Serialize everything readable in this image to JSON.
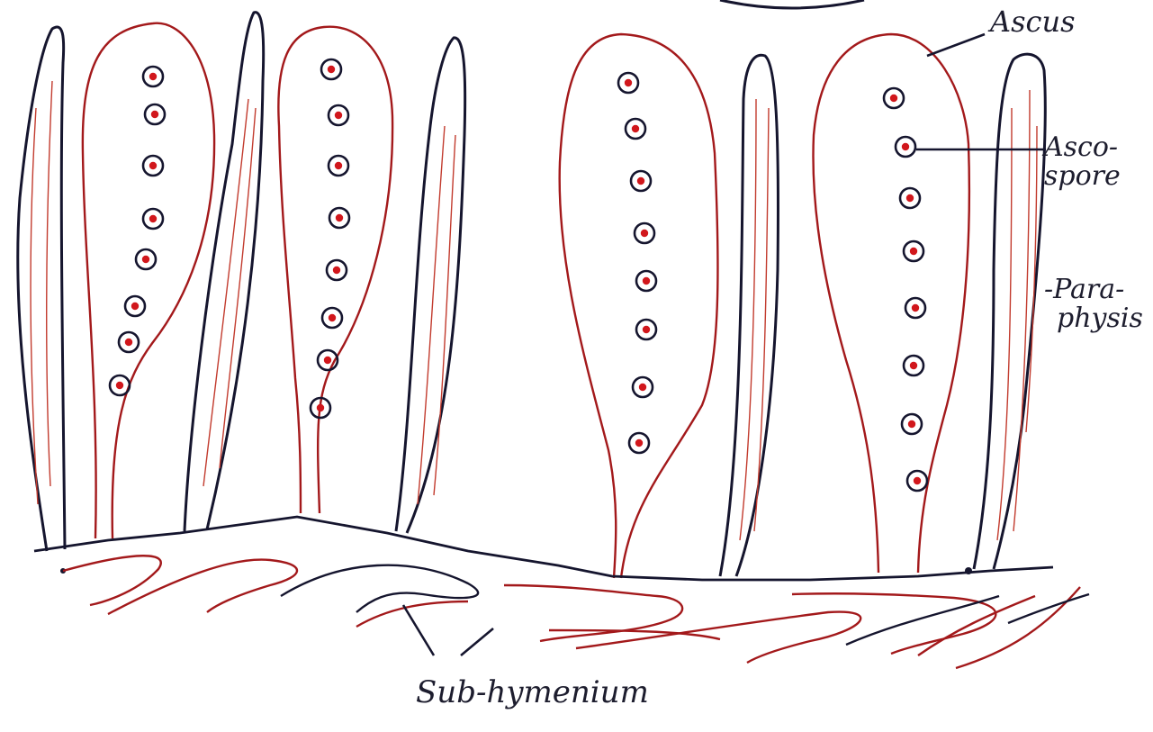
{
  "labels": {
    "ascus": "Ascus",
    "ascospore_line1": "Asco-",
    "ascospore_line2": "spore",
    "paraphysis_line1": "-Para-",
    "paraphysis_line2": "physis",
    "sub_hymenium": "Sub-hymenium"
  },
  "colors": {
    "ascus_outline": "#a3191b",
    "paraphysis_outline": "#15152e",
    "spore_ring": "#15152e",
    "spore_nucleus": "#d1171c",
    "label_ink": "#1d1d2e"
  },
  "counts": {
    "asci": 4,
    "paraphyses": 5,
    "spores_per_ascus": 8
  }
}
